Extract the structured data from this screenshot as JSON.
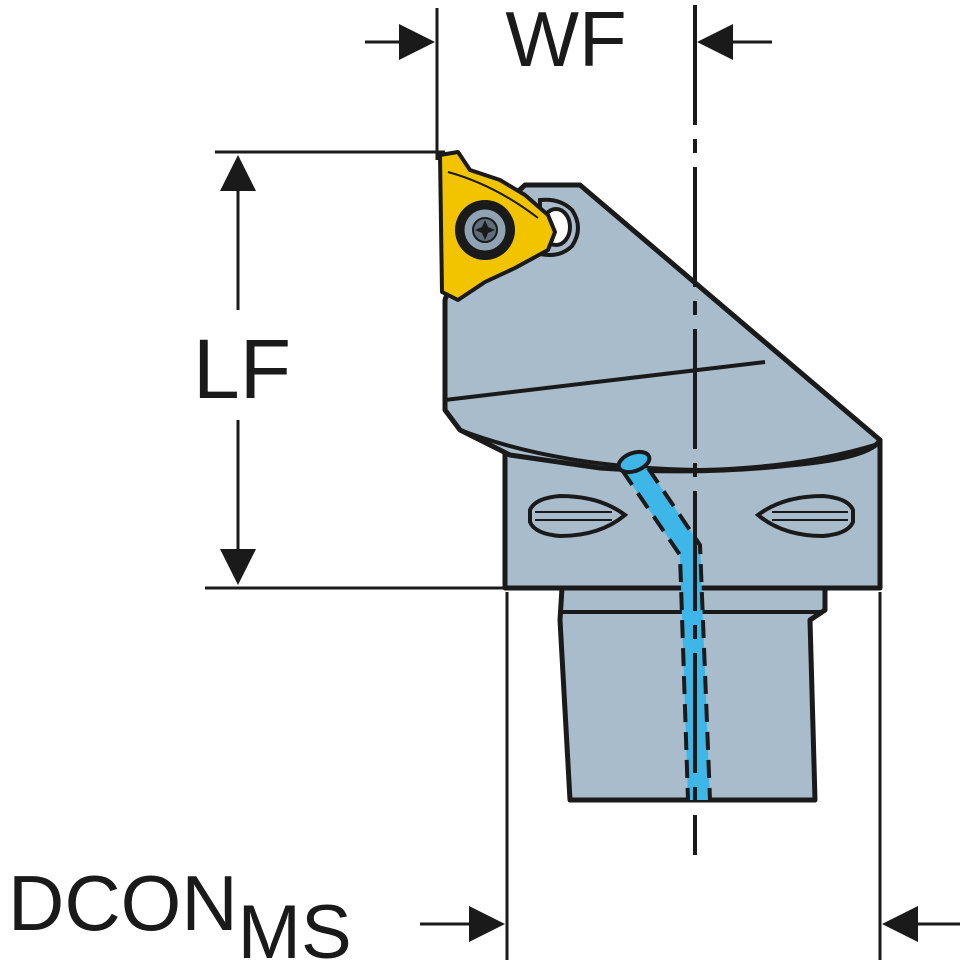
{
  "labels": {
    "wf": "WF",
    "lf": "LF",
    "dcon_main": "DCON",
    "dcon_sub": "MS"
  },
  "colors": {
    "body": "#a9bccb",
    "body_dark": "#8fa3b3",
    "outline": "#1a1a1a",
    "insert": "#f2c400",
    "coolant": "#3fb6e8",
    "background": "#ffffff"
  },
  "icons": {
    "insert": "threading-insert-icon",
    "screw": "torx-screw-icon",
    "bolt": "clamp-bolt-icon"
  }
}
